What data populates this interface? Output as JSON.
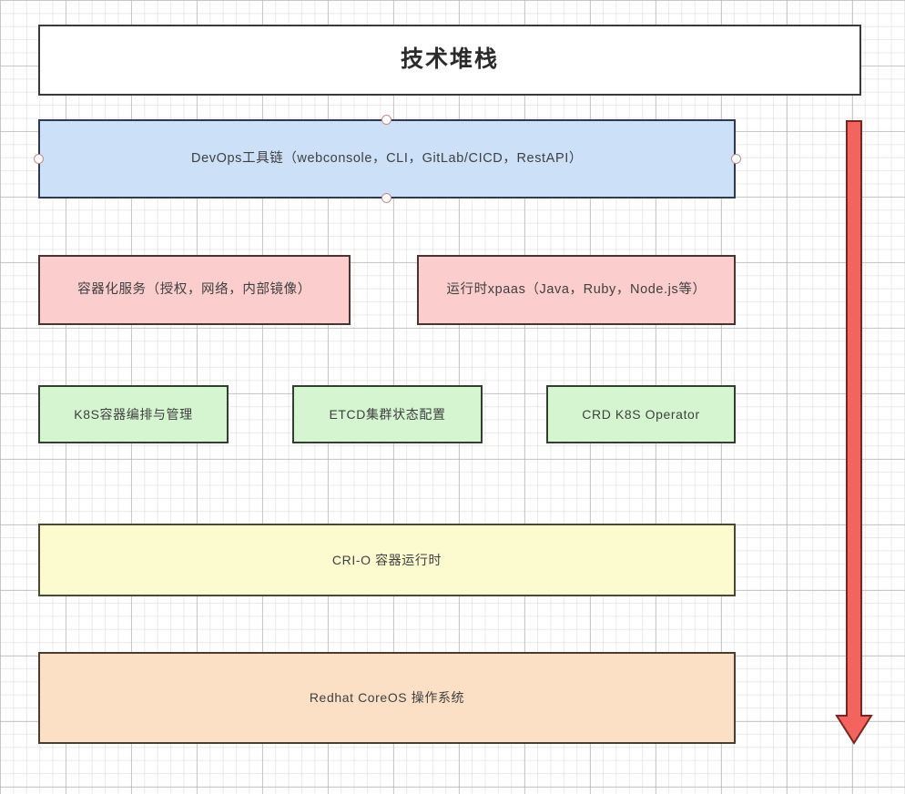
{
  "diagram": {
    "title_box": {
      "label": "技术堆栈"
    },
    "layers": [
      {
        "id": "devops",
        "label": "DevOps工具链（webconsole，CLI，GitLab/CICD，RestAPI）",
        "color": "#cce0f8",
        "selected": true
      },
      {
        "id": "container-service",
        "label": "容器化服务（授权，网络，内部镜像）",
        "color": "#fbcdcd",
        "selected": false
      },
      {
        "id": "runtime-xpaas",
        "label": "运行时xpaas（Java，Ruby，Node.js等）",
        "color": "#fbcdcd",
        "selected": false
      },
      {
        "id": "k8s-orchestration",
        "label": "K8S容器编排与管理",
        "color": "#d5f5d0",
        "selected": false
      },
      {
        "id": "etcd-cluster",
        "label": "ETCD集群状态配置",
        "color": "#d5f5d0",
        "selected": false
      },
      {
        "id": "crd-operator",
        "label": "CRD K8S Operator",
        "color": "#d5f5d0",
        "selected": false
      },
      {
        "id": "cri-o",
        "label": "CRI-O 容器运行时",
        "color": "#fbfbcf",
        "selected": false
      },
      {
        "id": "coreos",
        "label": "Redhat CoreOS 操作系统",
        "color": "#fbe0c5",
        "selected": false
      }
    ],
    "arrow": {
      "name": "down-arrow",
      "direction": "down",
      "color": "#f4645f",
      "stroke": "#7a2520"
    },
    "selection_handles": [
      {
        "name": "handle-top",
        "position": "top-center"
      },
      {
        "name": "handle-bottom",
        "position": "bottom-center"
      },
      {
        "name": "handle-left",
        "position": "middle-left"
      },
      {
        "name": "handle-right",
        "position": "middle-right"
      }
    ]
  }
}
